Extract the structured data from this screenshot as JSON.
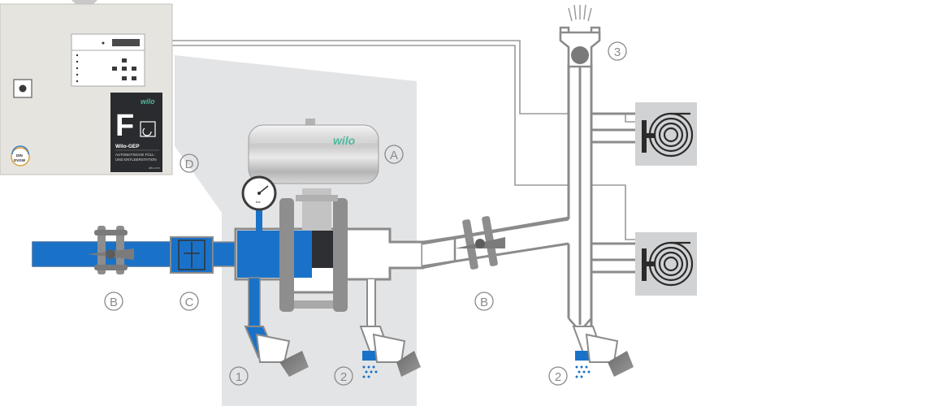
{
  "colors": {
    "water": "#1a72c8",
    "pipe_outline": "#8b8b8b",
    "pipe_fill": "#ffffff",
    "shade_zone": "#e3e4e6",
    "cabinet": "#e6e4df",
    "label_gray": "#8a8a8a",
    "wilo_green": "#4fb89d",
    "dark_panel": "#2a2b2e"
  },
  "labels": {
    "A": "A",
    "B": "B",
    "C": "C",
    "D": "D",
    "n1": "1",
    "n2": "2",
    "n3": "3"
  },
  "control_panel": {
    "brand": "wilo",
    "product_letter": "F",
    "product_name": "Wilo-GEP",
    "description_line1": "AUTOMATISCHE FÜLL-",
    "description_line2": "UND ENTLEERSTATION",
    "website": "wilo.com",
    "cert_text1": "DIN",
    "cert_text2": "DVGW"
  },
  "actuator": {
    "brand": "wilo",
    "gauge_unit": "bar"
  },
  "icons": {
    "hose_reel": "hose-reel-icon",
    "spray": "water-spray-icon",
    "cabinet_switch": "switch-icon"
  }
}
